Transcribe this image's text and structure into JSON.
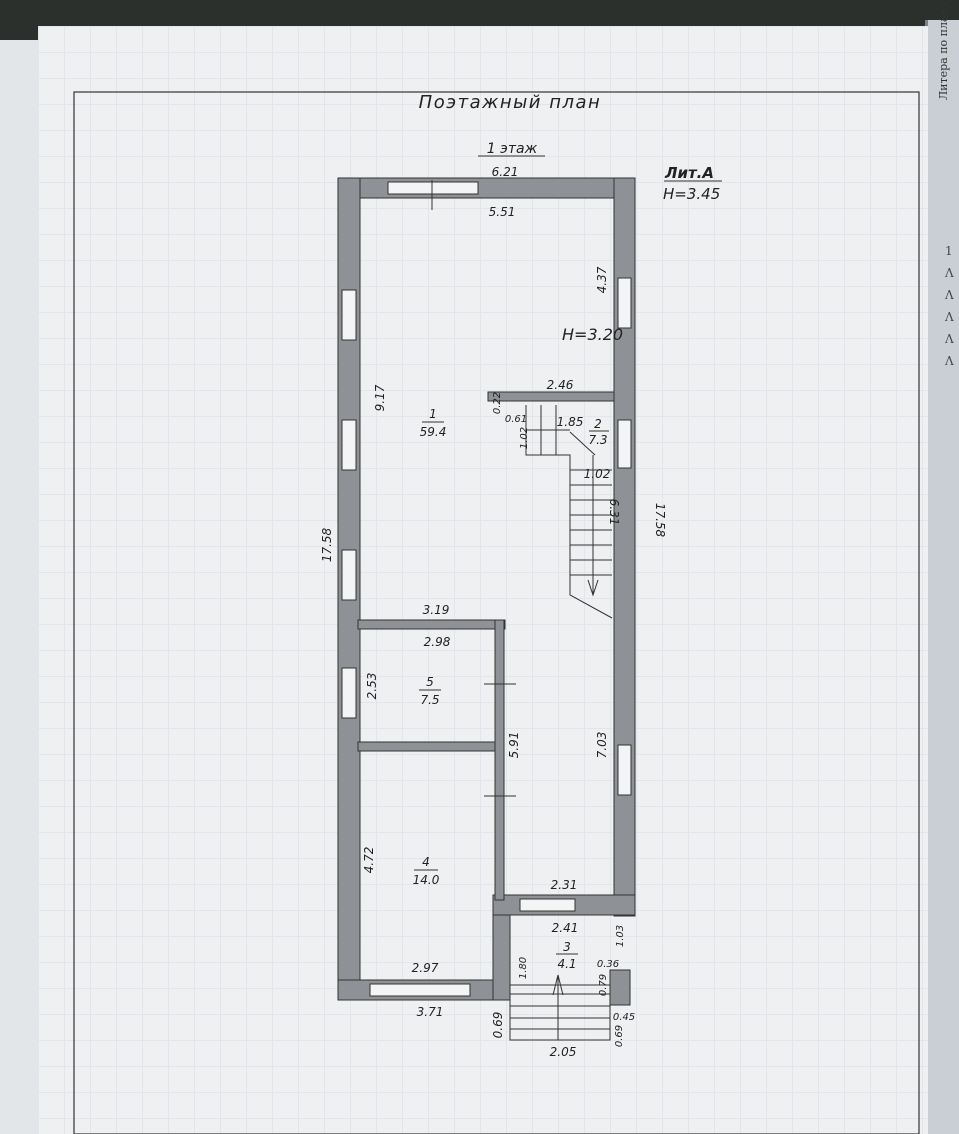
{
  "title": "Поэтажный план",
  "floor": "1 этаж",
  "litera": {
    "name": "Лит.А",
    "height": "H=3.45"
  },
  "room_height": "H=3.20",
  "rooms": [
    {
      "number": "1",
      "area": "59.4"
    },
    {
      "number": "2",
      "area": "7.3"
    },
    {
      "number": "3",
      "area": "4.1"
    },
    {
      "number": "4",
      "area": "14.0"
    },
    {
      "number": "5",
      "area": "7.5"
    }
  ],
  "dims": [
    "6.21",
    "5.51",
    "4.37",
    "9.17",
    "17.58",
    "17.58",
    "2.46",
    "0.22",
    "0.61",
    "1.02",
    "1.85",
    "1.02",
    "6.31",
    "3.19",
    "2.98",
    "2.53",
    "5.91",
    "7.03",
    "4.72",
    "2.31",
    "2.41",
    "1.03",
    "1.80",
    "0.36",
    "0.79",
    "2.97",
    "3.71",
    "0.69",
    "0.45",
    "0.69",
    "2.05"
  ],
  "side_panel": {
    "title": "Литера по плану",
    "marks": [
      "1",
      "Λ",
      "Λ",
      "Λ",
      "Λ",
      "Λ"
    ]
  }
}
